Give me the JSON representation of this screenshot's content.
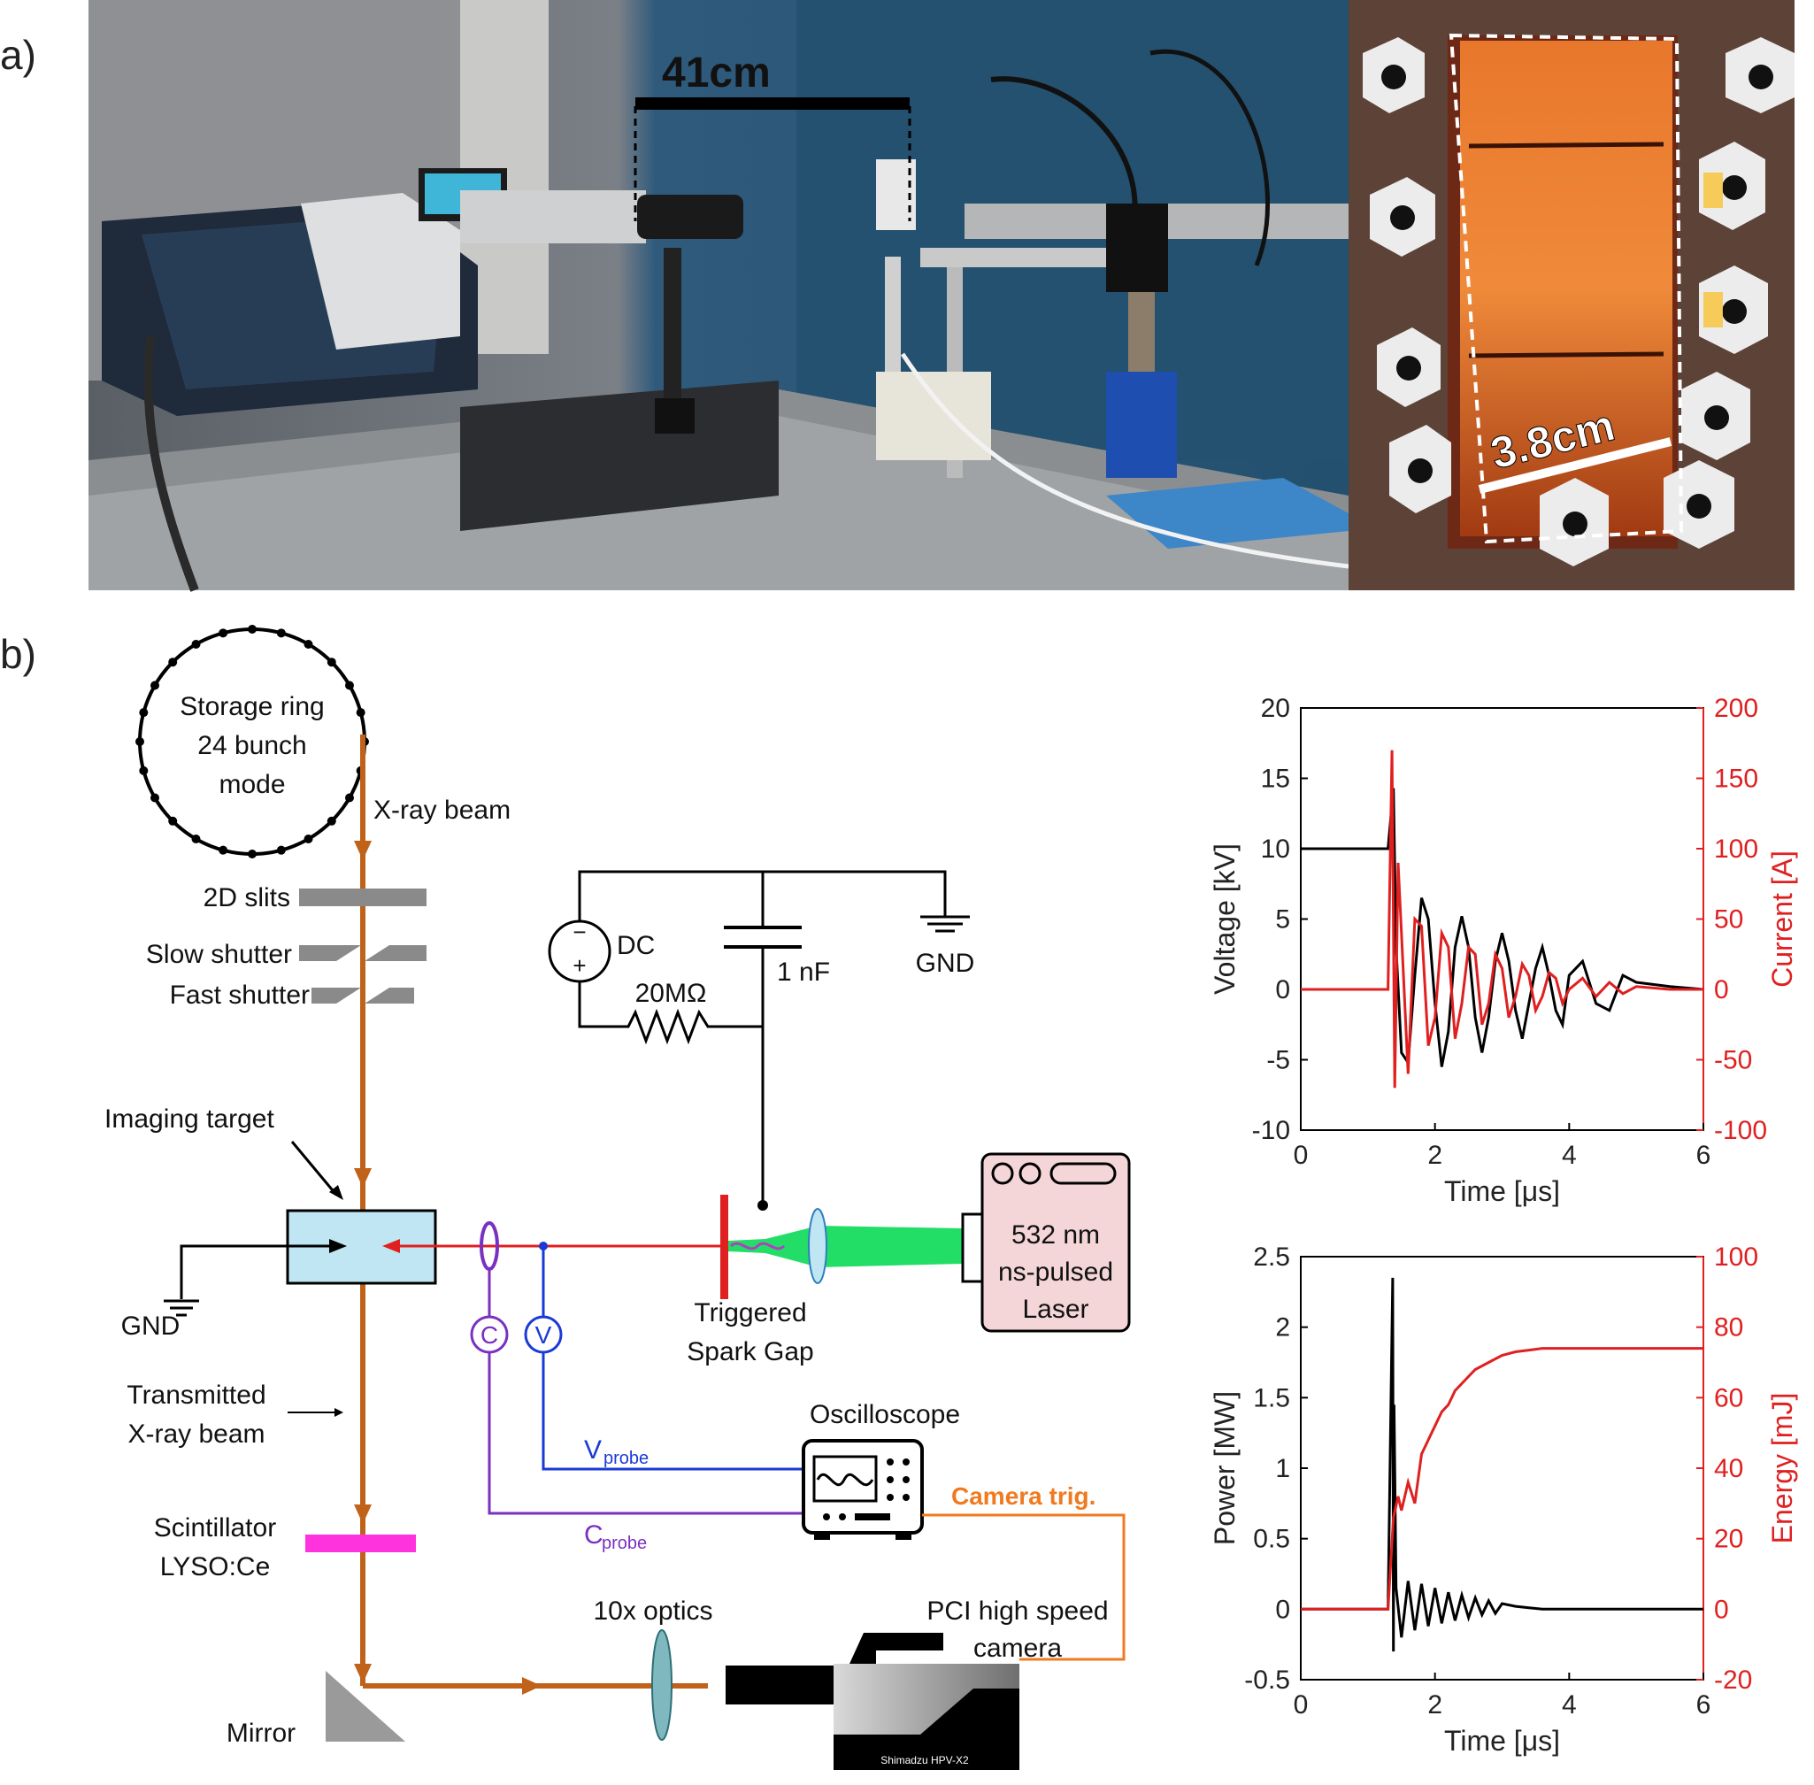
{
  "panel_a": {
    "letter": "a)",
    "scale_bar_left": "41cm",
    "scale_bar_right": "3.8cm"
  },
  "panel_b": {
    "letter": "b)",
    "schematic": {
      "storage_ring": [
        "Storage ring",
        "24 bunch",
        "mode"
      ],
      "xray_beam": "X-ray beam",
      "slits": "2D slits",
      "slow_shutter": "Slow shutter",
      "fast_shutter": "Fast shutter",
      "imaging_target": "Imaging target",
      "gnd_left": "GND",
      "transmitted": [
        "Transmitted",
        "X-ray beam"
      ],
      "scintillator": [
        "Scintillator",
        "LYSO:Ce"
      ],
      "mirror": "Mirror",
      "optics": "10x optics",
      "camera": [
        "PCI high speed",
        "camera"
      ],
      "camera_model": "Shimadzu HPV-X2",
      "oscilloscope": "Oscilloscope",
      "camera_trig": "Camera trig.",
      "vprobe_main": "V",
      "vprobe_sub": "probe",
      "cprobe_main": "C",
      "cprobe_sub": "probe",
      "probe_c": "C",
      "probe_v": "V",
      "dc": "DC",
      "resistor": "20MΩ",
      "capacitor": "1 nF",
      "gnd_right": "GND",
      "spark_gap": [
        "Triggered",
        "Spark Gap"
      ],
      "laser": [
        "532 nm",
        "ns-pulsed",
        "Laser"
      ],
      "dc_minus": "−",
      "dc_plus": "+"
    }
  },
  "colors": {
    "beam": "#c0621a",
    "laser_green": "#22dd66",
    "red": "#e02020",
    "blue": "#1a3ad6",
    "purple": "#7a30c0",
    "orange": "#f07a20",
    "magenta": "#ff33dd",
    "target_fill": "#bfe6f2",
    "laser_box": "#f4d6d8"
  },
  "chart_data": [
    {
      "type": "line",
      "xlabel": "Time [μs]",
      "ylabel": "Voltage [kV]",
      "y2label": "Current [A]",
      "xlim": [
        0,
        6
      ],
      "ylim": [
        -10,
        20
      ],
      "y2lim": [
        -100,
        200
      ],
      "xticks": [
        0,
        2,
        4,
        6
      ],
      "yticks": [
        -10,
        -5,
        0,
        5,
        10,
        15,
        20
      ],
      "y2ticks": [
        -100,
        -50,
        0,
        50,
        100,
        150,
        200
      ],
      "series": [
        {
          "axis": "left",
          "color": "#000000",
          "description_points": {
            "x": [
              0,
              0.5,
              1.0,
              1.3,
              1.38,
              1.42,
              1.5,
              1.6,
              1.7,
              1.8,
              1.9,
              2.0,
              2.1,
              2.2,
              2.3,
              2.4,
              2.5,
              2.6,
              2.7,
              2.8,
              2.9,
              3.0,
              3.1,
              3.2,
              3.3,
              3.4,
              3.5,
              3.6,
              3.7,
              3.8,
              3.9,
              4.0,
              4.2,
              4.4,
              4.6,
              4.8,
              5.0,
              5.5,
              6.0
            ],
            "y": [
              10,
              10,
              10,
              10,
              14.3,
              3,
              -4.5,
              -5.2,
              1,
              6.5,
              5,
              -1,
              -5.5,
              -3,
              3,
              5.2,
              3,
              -2,
              -4.5,
              -2,
              2,
              4,
              2,
              -1.5,
              -3.5,
              -1,
              1.5,
              3,
              1,
              -1.5,
              -2.5,
              1,
              2,
              -1,
              -1.5,
              1,
              0.5,
              0.2,
              0
            ]
          }
        },
        {
          "axis": "right",
          "color": "#e02020",
          "description_points": {
            "x": [
              0,
              0.5,
              1.0,
              1.3,
              1.36,
              1.4,
              1.45,
              1.5,
              1.6,
              1.7,
              1.8,
              1.9,
              2.0,
              2.1,
              2.2,
              2.3,
              2.4,
              2.5,
              2.6,
              2.7,
              2.8,
              2.9,
              3.0,
              3.1,
              3.2,
              3.3,
              3.4,
              3.5,
              3.6,
              3.7,
              3.8,
              3.9,
              4.0,
              4.2,
              4.4,
              4.6,
              4.8,
              5.0,
              5.5,
              6.0
            ],
            "y": [
              0,
              0,
              0,
              0,
              170,
              -70,
              90,
              40,
              -60,
              50,
              45,
              -40,
              -20,
              40,
              30,
              -35,
              -10,
              30,
              25,
              -25,
              -10,
              25,
              15,
              -20,
              -5,
              18,
              10,
              -15,
              -5,
              12,
              8,
              -10,
              0,
              8,
              -5,
              5,
              -3,
              2,
              0,
              0
            ]
          }
        }
      ]
    },
    {
      "type": "line",
      "xlabel": "Time [μs]",
      "ylabel": "Power [MW]",
      "y2label": "Energy [mJ]",
      "xlim": [
        0,
        6
      ],
      "ylim": [
        -0.5,
        2.5
      ],
      "y2lim": [
        -20,
        100
      ],
      "xticks": [
        0,
        2,
        4,
        6
      ],
      "yticks": [
        -0.5,
        0,
        0.5,
        1,
        1.5,
        2,
        2.5
      ],
      "y2ticks": [
        -20,
        0,
        20,
        40,
        60,
        80,
        100
      ],
      "series": [
        {
          "axis": "left",
          "color": "#000000",
          "description_points": {
            "x": [
              0,
              1.3,
              1.37,
              1.38,
              1.39,
              1.42,
              1.5,
              1.6,
              1.7,
              1.8,
              1.9,
              2.0,
              2.1,
              2.2,
              2.3,
              2.4,
              2.5,
              2.6,
              2.7,
              2.8,
              2.9,
              3.0,
              3.2,
              3.4,
              3.6,
              3.8,
              4.0,
              5.0,
              6.0
            ],
            "y": [
              0,
              0,
              2.35,
              -0.3,
              1.45,
              0.15,
              -0.2,
              0.2,
              -0.15,
              0.18,
              -0.12,
              0.15,
              -0.1,
              0.12,
              -0.08,
              0.1,
              -0.06,
              0.08,
              -0.04,
              0.06,
              -0.03,
              0.04,
              0.02,
              0.01,
              0.0,
              0.0,
              0.0,
              0.0,
              0.0
            ]
          }
        },
        {
          "axis": "right",
          "color": "#e02020",
          "description_points": {
            "x": [
              0,
              1.3,
              1.38,
              1.45,
              1.5,
              1.6,
              1.7,
              1.8,
              1.9,
              2.0,
              2.1,
              2.2,
              2.3,
              2.4,
              2.5,
              2.6,
              2.8,
              3.0,
              3.2,
              3.4,
              3.6,
              3.8,
              4.0,
              4.5,
              5.0,
              6.0
            ],
            "y": [
              0,
              0,
              26,
              32,
              28,
              36,
              30,
              44,
              48,
              52,
              56,
              58,
              62,
              64,
              66,
              68,
              70,
              72,
              73,
              73.5,
              74,
              74,
              74,
              74,
              74,
              74
            ]
          }
        }
      ]
    }
  ]
}
